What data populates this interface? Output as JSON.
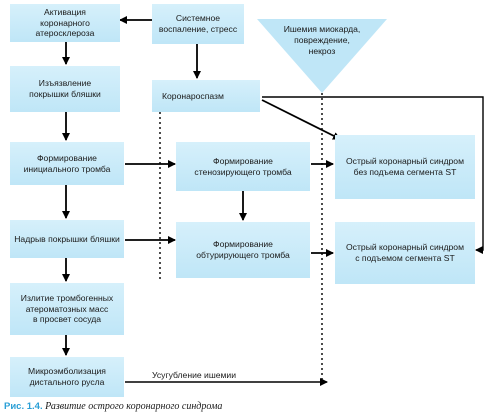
{
  "nodes": {
    "activation": "Активация\nкоронарного атеросклероза",
    "inflammation": "Системное\nвоспаление, стресс",
    "ischemia": "Ишемия миокарда,\nповреждение,\nнекроз",
    "ulceration": "Изъязвление\nпокрышки бляшки",
    "spasm": "Коронароспазм",
    "initial_thrombus": "Формирование\nинициального тромба",
    "stenosing_thrombus": "Формирование\nстенозирующего тромба",
    "acs_no_st": "Острый коронарный синдром\nбез подъема сегмента ST",
    "rupture": "Надрыв покрышки бляшки",
    "occlusive_thrombus": "Формирование\nобтурирующего тромба",
    "acs_st": "Острый коронарный синдром\nс подъемом сегмента ST",
    "effusion": "Излитие тромбогенных\nатероматозных масс\nв просвет сосуда",
    "microembolization": "Микроэмболизация\nдистального русла"
  },
  "edge_label": "Усугубление ишемии",
  "caption": {
    "number": "Рис. 1.4.",
    "text": "Развитие острого коронарного синдрома"
  },
  "colors": {
    "box_fill": "#c6e9f8",
    "triangle_fill": "#bfe6f7",
    "arrow": "#000000",
    "caption_number": "#2a9fd6"
  }
}
